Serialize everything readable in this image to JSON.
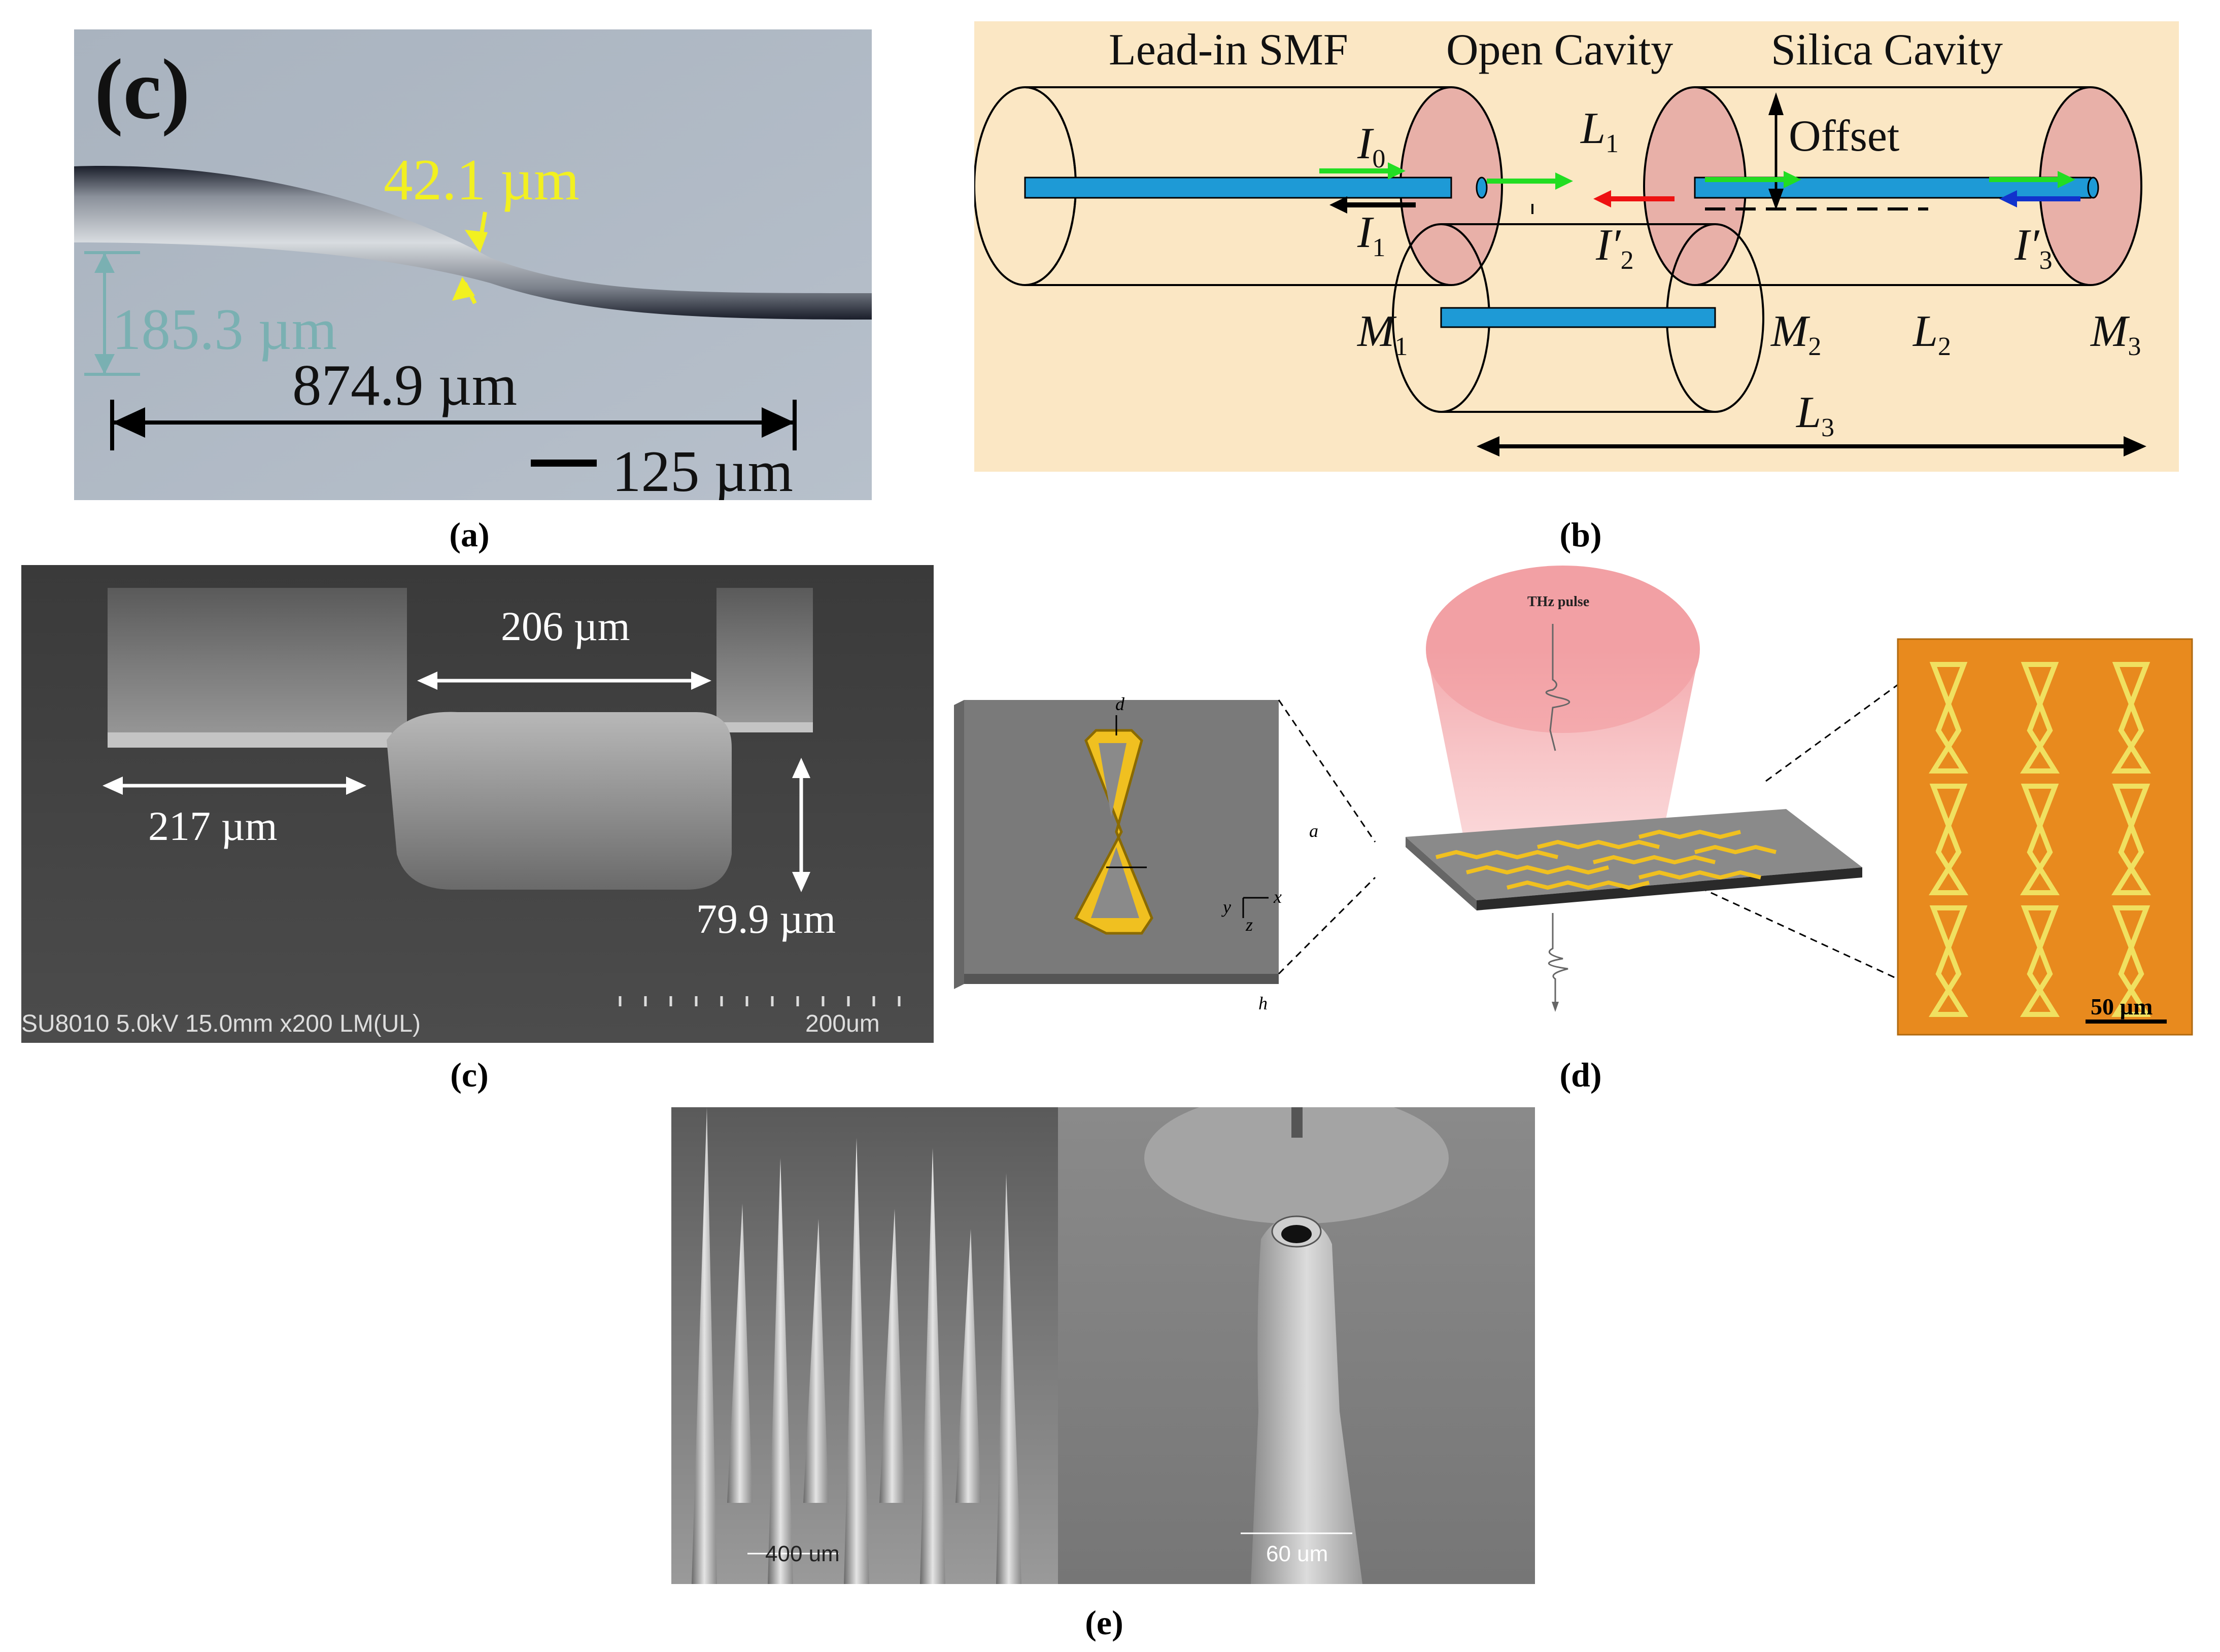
{
  "panel_a": {
    "letter": "(c)",
    "waist": "42.1 µm",
    "diameter": "185.3 µm",
    "length": "874.9 µm",
    "scale": "125 µm",
    "caption": "(a)"
  },
  "panel_b": {
    "lead_in": "Lead-in SMF",
    "open_cavity": "Open Cavity",
    "silica_cavity": "Silica Cavity",
    "offset": "Offset",
    "caption": "(b)"
  },
  "panel_c": {
    "dim_top": "206 µm",
    "dim_left": "217 µm",
    "dim_right": "79.9 µm",
    "sem_info": "SU8010 5.0kV 15.0mm x200 LM(UL)",
    "scale": "200um",
    "caption": "(c)"
  },
  "panel_d": {
    "thz": "THz pulse",
    "scale": "50 µm",
    "caption": "(d)"
  },
  "panel_e": {
    "scale_left": "400 um",
    "scale_right": "60 um",
    "caption": "(e)"
  },
  "colors": {
    "diagram_bg": "#fbe7c4",
    "fiber_core": "#1e9ad6",
    "mirror_pink": "#e8b0a8",
    "arrow_green": "#22dd22",
    "arrow_red": "#ee1111",
    "arrow_blue": "#1133cc",
    "gold": "#f0c020",
    "sem_gray": "#4a4a4a"
  }
}
